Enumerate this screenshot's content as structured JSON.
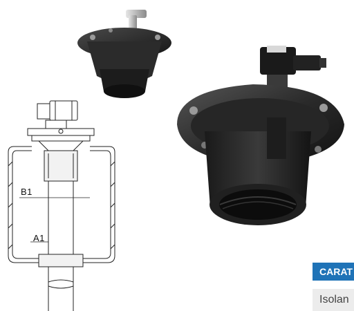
{
  "drawing": {
    "label_b1": "B1",
    "label_a1": "A1"
  },
  "section": {
    "header_label": "CARAT",
    "row_text": "Isolan"
  },
  "colors": {
    "section_header_bg": "#1f73b7",
    "section_row_bg": "#ececec",
    "valve_body": "#2a2a2a"
  }
}
